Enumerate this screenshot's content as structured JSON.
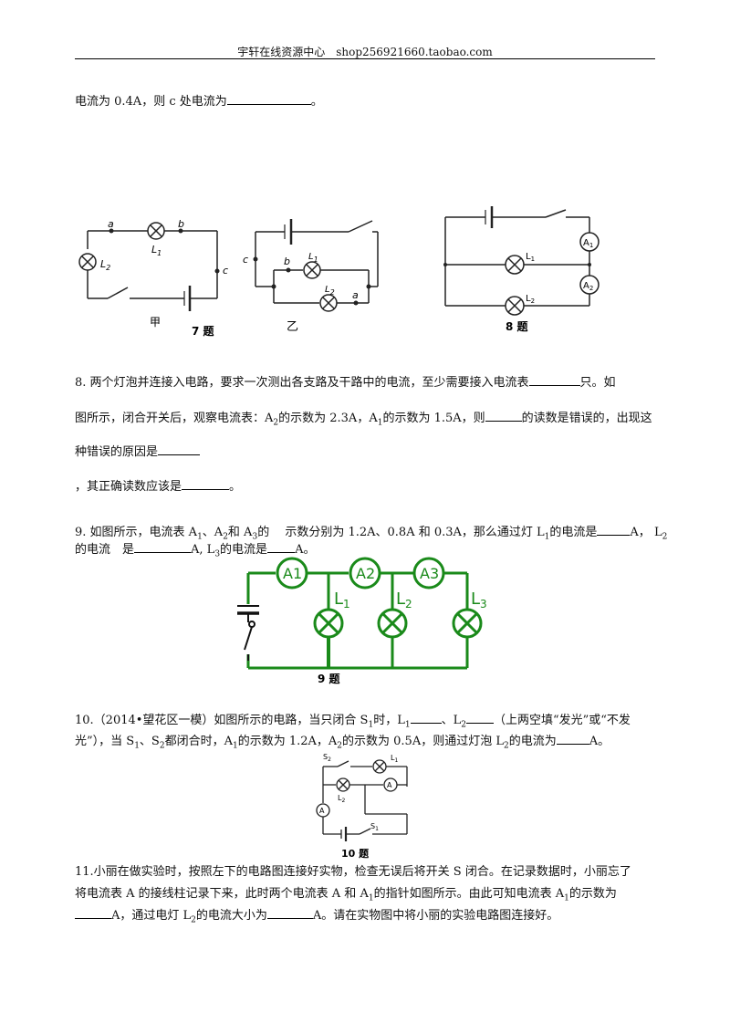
{
  "header": {
    "text": "宇轩在线资源中心　shop256921660.taobao.com"
  },
  "q7": {
    "line": "电流为 0.4A，则 c 处电流为"
  },
  "fig7": {
    "a": "a",
    "b": "b",
    "c": "c",
    "L1": "L",
    "L1_sub": "1",
    "L2": "L",
    "L2_sub": "2",
    "jia": "甲",
    "caption": "7 题",
    "yi_a": "a",
    "yi_b": "b",
    "yi_c": "c",
    "yi_L1": "L",
    "yi_L1_sub": "1",
    "yi_L2": "L",
    "yi_L2_sub": "2",
    "yi": "乙"
  },
  "fig8": {
    "L1": "L",
    "L1_sub": "1",
    "L2": "L",
    "L2_sub": "2",
    "A1": "A",
    "A1_sub": "1",
    "A2": "A",
    "A2_sub": "2",
    "caption": "8 题"
  },
  "q8": {
    "l1_a": "8.  两个灯泡并连接入电路，要求一次测出各支路及干路中的电流，至少需要接入电流表",
    "l1_b": "只。如",
    "l2_a": "图所示，闭合开关后，观察电流表：A",
    "l2_s1": "2",
    "l2_b": "的示数为 2.3A，A",
    "l2_s2": "1",
    "l2_c": "的示数为 1.5A，则",
    "l2_d": "的读数是错误的，出现这",
    "l3": "种错误的原因是",
    "l4_a": "，其正确读数应该是",
    "l4_b": "。"
  },
  "q9": {
    "l1_a": "9.  如图所示，电流表 A",
    "s1": "1",
    "l1_b": "、A",
    "s2": "2",
    "l1_c": "和 A",
    "s3": "3",
    "l1_d": "的　 示数分别为 1.2A、0.8A 和 0.3A，那么通过灯 L",
    "s4": "1",
    "l1_e": "的电流是",
    "l1_f": "A， L",
    "s5": "2",
    "l2_a": "的电流　是",
    "l2_b": "A, L",
    "s6": "3",
    "l2_c": "的电流是",
    "l2_d": "A。"
  },
  "fig9": {
    "A1": "A1",
    "A2": "A2",
    "A3": "A3",
    "L1": "L",
    "L1_sub": "1",
    "L2": "L",
    "L2_sub": "2",
    "L3": "L",
    "L3_sub": "3",
    "caption": "9 题"
  },
  "q10": {
    "l1_a": "10.（2014•望花区一模）如图所示的电路，当只闭合 S",
    "s1": "1",
    "l1_b": "时，L",
    "s2": "1",
    "l1_c": "、L",
    "s3": "2",
    "l1_d": "（上两空填“发光”或“不发",
    "l2_a": "光”），当 S",
    "s4": "1",
    "l2_b": "、S",
    "s5": "2",
    "l2_c": "都闭合时，A",
    "s6": "1",
    "l2_d": "的示数为 1.2A，A",
    "s7": "2",
    "l2_e": "的示数为 0.5A，则通过灯泡 L",
    "s8": "2",
    "l2_f": "的电流为",
    "l2_g": "A。"
  },
  "fig10": {
    "S2": "S",
    "S2_sub": "2",
    "S1": "S",
    "S1_sub": "1",
    "L1": "L",
    "L1_sub": "1",
    "L2": "L",
    "L2_sub": "2",
    "A1": "A",
    "A2": "A",
    "caption": "10 题"
  },
  "q11": {
    "l1": "11.小丽在做实验时，按照左下的电路图连接好实物，检查无误后将开关 S 闭合。在记录数据时，小丽忘了",
    "l2_a": "将电流表 A 的接线柱记录下来，此时两个电流表 A 和 A",
    "s1": "1",
    "l2_b": "的指针如图所示。由此可知电流表 A",
    "s2": "1",
    "l2_c": "的示数为",
    "l3_a": "A，通过电灯 L",
    "s3": "2",
    "l3_b": "的电流大小为",
    "l3_c": "A。请在实物图中将小丽的实验电路图连接好。"
  }
}
